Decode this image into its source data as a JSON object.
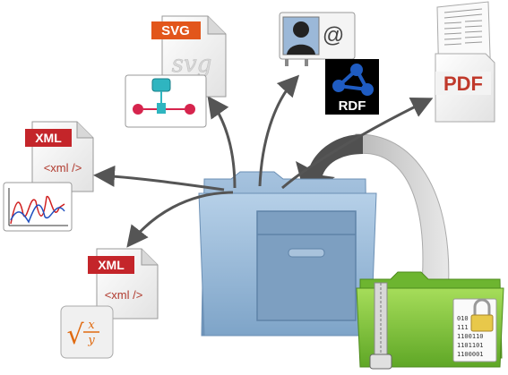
{
  "icons": {
    "svg_file": {
      "badge": "SVG",
      "watermark": "svg",
      "preview_icon": "network-diagram-icon"
    },
    "vcard": {
      "at_symbol": "@",
      "person_icon": "silhouette-avatar-icon"
    },
    "rdf": {
      "label": "RDF",
      "logo_icon": "rdf-graph-icon"
    },
    "pdf": {
      "label": "PDF",
      "preview_icon": "document-page-icon"
    },
    "xml_top": {
      "badge": "XML",
      "tag": "<xml />",
      "preview_icon": "oscillating-line-chart-icon"
    },
    "xml_bottom": {
      "badge": "XML",
      "tag": "<xml />",
      "preview_icon": "math-formula-icon",
      "math": {
        "sqrt": "√",
        "numerator": "x",
        "denominator": "y"
      }
    },
    "folder_main": {
      "icon": "blue-archive-folder-icon"
    },
    "folder_zip": {
      "icon": "green-zip-folder-icon",
      "binary_lines": [
        "010",
        "111",
        "1100110",
        "1101101",
        "1100001"
      ],
      "lock_icon": "padlock-icon"
    }
  },
  "colors": {
    "arrow": "#555555",
    "folder_blue": "#9ebfdc",
    "folder_green": "#84c83a",
    "badge_orange": "#e2561b",
    "badge_red": "#c4252a",
    "pdf_red": "#c0392b",
    "rdf_blue": "#1f5cc2"
  }
}
